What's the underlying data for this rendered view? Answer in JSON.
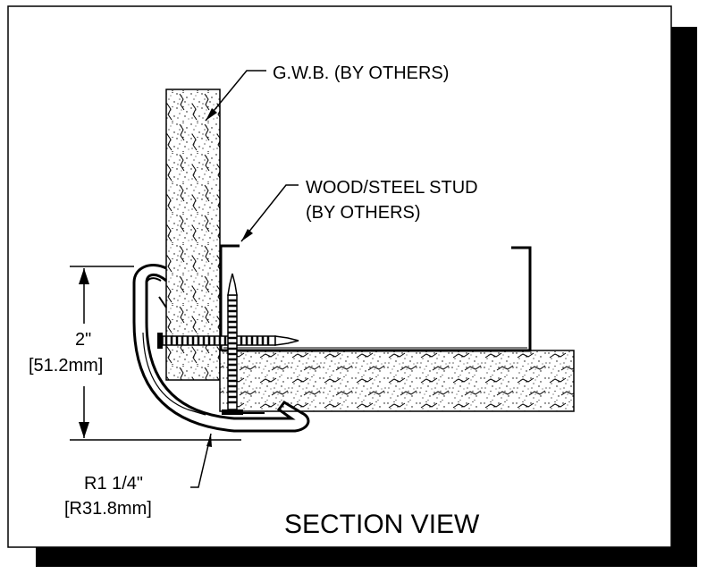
{
  "labels": {
    "gwb": "G.W.B. (BY OTHERS)",
    "stud_line1": "WOOD/STEEL STUD",
    "stud_line2": "(BY OTHERS)",
    "height_imperial": "2\"",
    "height_metric": "[51.2mm]",
    "radius_imperial": "R1 1/4\"",
    "radius_metric": "[R31.8mm]",
    "view_title": "SECTION VIEW"
  },
  "colors": {
    "ink": "#000000",
    "paper": "#ffffff",
    "shadow": "#000000"
  }
}
